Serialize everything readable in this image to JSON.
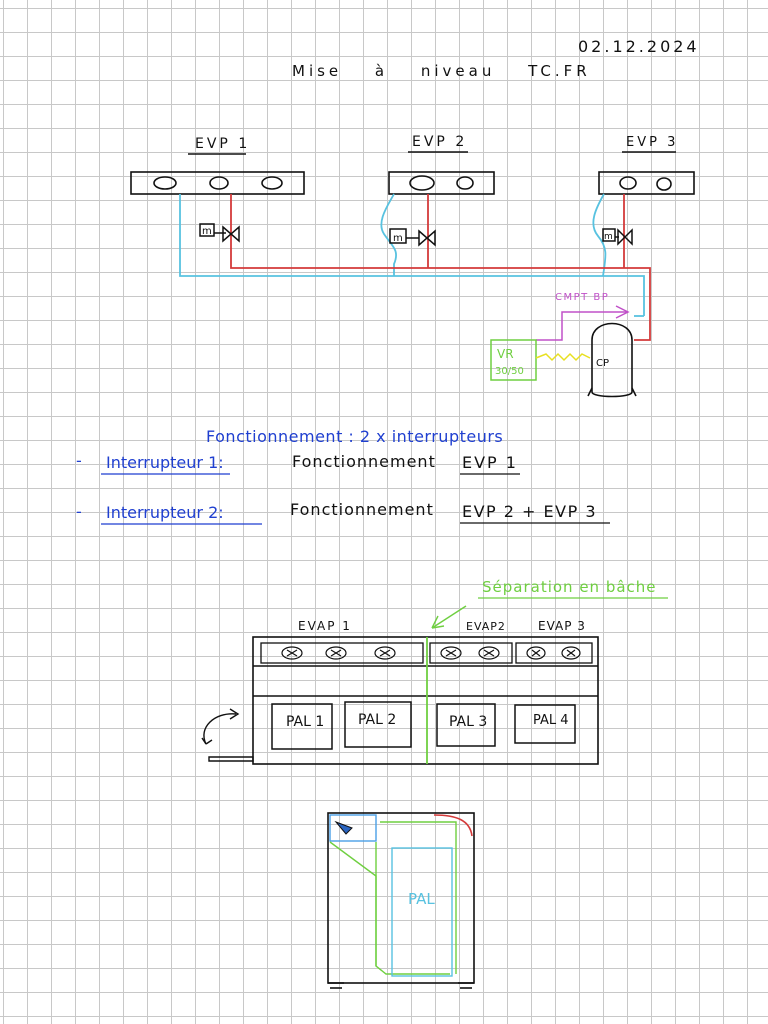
{
  "header": {
    "date": "02.12.2024",
    "title": "Mise à niveau TC.FR"
  },
  "schematic": {
    "evp_labels": [
      "EVP 1",
      "EVP 2",
      "EVP 3"
    ],
    "solenoid_label": "m",
    "solenoid_label_3": "m",
    "meter_label": "CMPT BP",
    "variator_label_line1": "VR",
    "variator_label_line2": "30/50",
    "compressor_label": "CP"
  },
  "operation": {
    "heading": "Fonctionnement  :  2 x interrupteurs",
    "switch1_label": "Interrupteur  1:",
    "switch1_text": "Fonctionnement",
    "switch1_target": "EVP 1",
    "switch2_label": "Interrupteur  2:",
    "switch2_text": "Fonctionnement",
    "switch2_target": "EVP 2 + EVP 3",
    "bullet": "-"
  },
  "room_plan": {
    "separation_note": "Séparation en bâche",
    "evap_labels": [
      "EVAP 1",
      "EVAP2",
      "EVAP 3"
    ],
    "pallets": [
      "PAL 1",
      "PAL 2",
      "PAL 3",
      "PAL 4"
    ]
  },
  "side_view": {
    "pallet_label": "PAL"
  },
  "colors": {
    "ink": "#111111",
    "liquid_line": "#d43a3a",
    "suction_line": "#58c2e0",
    "meter_line": "#c050c8",
    "signal_line": "#e8e020",
    "separation": "#6fcf40",
    "annotation": "#1f3fd0"
  }
}
